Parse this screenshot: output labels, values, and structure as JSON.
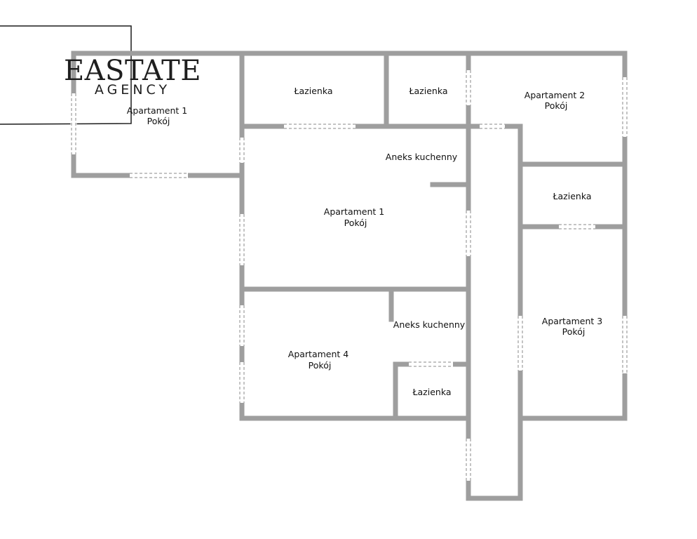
{
  "logo": {
    "main": "EASTATE",
    "sub": "AGENCY"
  },
  "rooms": [
    {
      "name": "room-apartament-1-pokoj-upper",
      "line1": "Apartament 1",
      "line2": "Pokój"
    },
    {
      "name": "room-lazienka-1",
      "line1": "Łazienka"
    },
    {
      "name": "room-lazienka-2",
      "line1": "Łazienka"
    },
    {
      "name": "room-apartament-2-pokoj",
      "line1": "Apartament 2",
      "line2": "Pokój"
    },
    {
      "name": "room-aneks-kuchenny-1",
      "line1": "Aneks kuchenny"
    },
    {
      "name": "room-apartament-1-pokoj-main",
      "line1": "Apartament 1",
      "line2": "Pokój"
    },
    {
      "name": "room-lazienka-3",
      "line1": "Łazienka"
    },
    {
      "name": "room-apartament-3-pokoj",
      "line1": "Apartament 3",
      "line2": "Pokój"
    },
    {
      "name": "room-aneks-kuchenny-2",
      "line1": "Aneks kuchenny"
    },
    {
      "name": "room-apartament-4-pokoj",
      "line1": "Apartament 4",
      "line2": "Pokój"
    },
    {
      "name": "room-lazienka-4",
      "line1": "Łazienka"
    }
  ]
}
